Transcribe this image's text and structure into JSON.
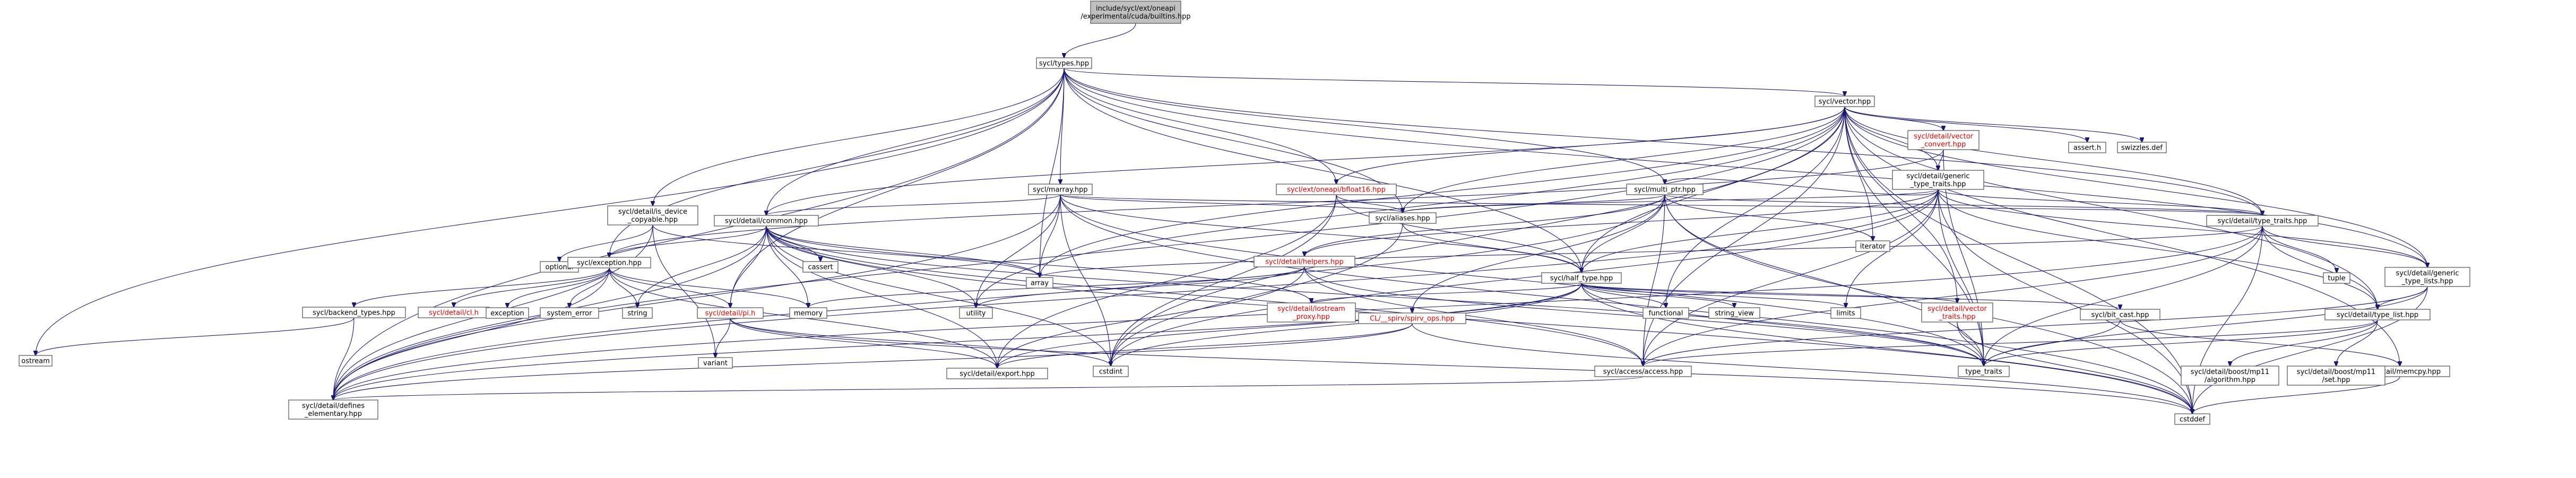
{
  "diagram": {
    "nodes": [
      {
        "id": "root",
        "lines": [
          "include/sycl/ext/oneapi",
          "/experimental/cuda/builtins.hpp"
        ],
        "fill": "#bfbfbf",
        "red": false
      },
      {
        "id": "types",
        "lines": [
          "sycl/types.hpp"
        ],
        "fill": "#ffffff",
        "red": false
      },
      {
        "id": "vector",
        "lines": [
          "sycl/vector.hpp"
        ],
        "fill": "#ffffff",
        "red": false
      },
      {
        "id": "vconvert",
        "lines": [
          "sycl/detail/vector",
          "_convert.hpp"
        ],
        "fill": "#ffffff",
        "red": true
      },
      {
        "id": "assert",
        "lines": [
          "assert.h"
        ],
        "fill": "#ffffff",
        "red": false
      },
      {
        "id": "swizzles",
        "lines": [
          "swizzles.def"
        ],
        "fill": "#ffffff",
        "red": false
      },
      {
        "id": "gentraits",
        "lines": [
          "sycl/detail/generic",
          "_type_traits.hpp"
        ],
        "fill": "#ffffff",
        "red": false
      },
      {
        "id": "marray",
        "lines": [
          "sycl/marray.hpp"
        ],
        "fill": "#ffffff",
        "red": false
      },
      {
        "id": "bfloat",
        "lines": [
          "sycl/ext/oneapi/bfloat16.hpp"
        ],
        "fill": "#ffffff",
        "red": true
      },
      {
        "id": "multiptr",
        "lines": [
          "sycl/multi_ptr.hpp"
        ],
        "fill": "#ffffff",
        "red": false
      },
      {
        "id": "iscopy",
        "lines": [
          "sycl/detail/is_device",
          "_copyable.hpp"
        ],
        "fill": "#ffffff",
        "red": false
      },
      {
        "id": "common",
        "lines": [
          "sycl/detail/common.hpp"
        ],
        "fill": "#ffffff",
        "red": false
      },
      {
        "id": "aliases",
        "lines": [
          "sycl/aliases.hpp"
        ],
        "fill": "#ffffff",
        "red": false
      },
      {
        "id": "iterator",
        "lines": [
          "iterator"
        ],
        "fill": "#ffffff",
        "red": false
      },
      {
        "id": "typetraits",
        "lines": [
          "sycl/detail/type_traits.hpp"
        ],
        "fill": "#ffffff",
        "red": false
      },
      {
        "id": "optional",
        "lines": [
          "optional"
        ],
        "fill": "#ffffff",
        "red": false
      },
      {
        "id": "exception",
        "lines": [
          "sycl/exception.hpp"
        ],
        "fill": "#ffffff",
        "red": false
      },
      {
        "id": "cassert",
        "lines": [
          "cassert"
        ],
        "fill": "#ffffff",
        "red": false
      },
      {
        "id": "array",
        "lines": [
          "array"
        ],
        "fill": "#ffffff",
        "red": false
      },
      {
        "id": "helpers",
        "lines": [
          "sycl/detail/helpers.hpp"
        ],
        "fill": "#ffffff",
        "red": true
      },
      {
        "id": "halftype",
        "lines": [
          "sycl/half_type.hpp"
        ],
        "fill": "#ffffff",
        "red": false
      },
      {
        "id": "tuple",
        "lines": [
          "tuple"
        ],
        "fill": "#ffffff",
        "red": false
      },
      {
        "id": "typelists",
        "lines": [
          "sycl/detail/generic",
          "_type_lists.hpp"
        ],
        "fill": "#ffffff",
        "red": false
      },
      {
        "id": "backend",
        "lines": [
          "sycl/backend_types.hpp"
        ],
        "fill": "#ffffff",
        "red": false
      },
      {
        "id": "cl",
        "lines": [
          "sycl/detail/cl.h"
        ],
        "fill": "#ffffff",
        "red": true
      },
      {
        "id": "exc",
        "lines": [
          "exception"
        ],
        "fill": "#ffffff",
        "red": false
      },
      {
        "id": "syserr",
        "lines": [
          "system_error"
        ],
        "fill": "#ffffff",
        "red": false
      },
      {
        "id": "string",
        "lines": [
          "string"
        ],
        "fill": "#ffffff",
        "red": false
      },
      {
        "id": "pi",
        "lines": [
          "sycl/detail/pi.h"
        ],
        "fill": "#ffffff",
        "red": true
      },
      {
        "id": "memory",
        "lines": [
          "memory"
        ],
        "fill": "#ffffff",
        "red": false
      },
      {
        "id": "utility",
        "lines": [
          "utility"
        ],
        "fill": "#ffffff",
        "red": false
      },
      {
        "id": "iostream",
        "lines": [
          "sycl/detail/iostream",
          "_proxy.hpp"
        ],
        "fill": "#ffffff",
        "red": true
      },
      {
        "id": "spirv",
        "lines": [
          "CL/__spirv/spirv_ops.hpp"
        ],
        "fill": "#ffffff",
        "red": true
      },
      {
        "id": "functional",
        "lines": [
          "functional"
        ],
        "fill": "#ffffff",
        "red": false
      },
      {
        "id": "stringview",
        "lines": [
          "string_view"
        ],
        "fill": "#ffffff",
        "red": false
      },
      {
        "id": "limits",
        "lines": [
          "limits"
        ],
        "fill": "#ffffff",
        "red": false
      },
      {
        "id": "vtraits",
        "lines": [
          "sycl/detail/vector",
          "_traits.hpp"
        ],
        "fill": "#ffffff",
        "red": true
      },
      {
        "id": "bitcast",
        "lines": [
          "sycl/bit_cast.hpp"
        ],
        "fill": "#ffffff",
        "red": false
      },
      {
        "id": "typelist",
        "lines": [
          "sycl/detail/type_list.hpp"
        ],
        "fill": "#ffffff",
        "red": false
      },
      {
        "id": "ostream",
        "lines": [
          "ostream"
        ],
        "fill": "#ffffff",
        "red": false
      },
      {
        "id": "variant",
        "lines": [
          "variant"
        ],
        "fill": "#ffffff",
        "red": false
      },
      {
        "id": "export",
        "lines": [
          "sycl/detail/export.hpp"
        ],
        "fill": "#ffffff",
        "red": false
      },
      {
        "id": "cstdint",
        "lines": [
          "cstdint"
        ],
        "fill": "#ffffff",
        "red": false
      },
      {
        "id": "access",
        "lines": [
          "sycl/access/access.hpp"
        ],
        "fill": "#ffffff",
        "red": false
      },
      {
        "id": "stdtraits",
        "lines": [
          "type_traits"
        ],
        "fill": "#ffffff",
        "red": false
      },
      {
        "id": "memcpy",
        "lines": [
          "sycl/detail/memcpy.hpp"
        ],
        "fill": "#ffffff",
        "red": false
      },
      {
        "id": "boostalg",
        "lines": [
          "sycl/detail/boost/mp11",
          "/algorithm.hpp"
        ],
        "fill": "#ffffff",
        "red": false
      },
      {
        "id": "boostset",
        "lines": [
          "sycl/detail/boost/mp11",
          "/set.hpp"
        ],
        "fill": "#ffffff",
        "red": false
      },
      {
        "id": "defines",
        "lines": [
          "sycl/detail/defines",
          "_elementary.hpp"
        ],
        "fill": "#ffffff",
        "red": false
      },
      {
        "id": "cstddef",
        "lines": [
          "cstddef"
        ],
        "fill": "#ffffff",
        "red": false
      }
    ],
    "edges": [
      [
        "root",
        "types"
      ],
      [
        "types",
        "vector"
      ],
      [
        "types",
        "marray"
      ],
      [
        "types",
        "bfloat"
      ],
      [
        "types",
        "multiptr"
      ],
      [
        "types",
        "iscopy"
      ],
      [
        "types",
        "common"
      ],
      [
        "types",
        "aliases"
      ],
      [
        "types",
        "exception"
      ],
      [
        "types",
        "halftype"
      ],
      [
        "types",
        "typetraits"
      ],
      [
        "types",
        "typelists"
      ],
      [
        "types",
        "ostream"
      ],
      [
        "types",
        "defines"
      ],
      [
        "types",
        "array"
      ],
      [
        "types",
        "pi"
      ],
      [
        "vector",
        "vconvert"
      ],
      [
        "vector",
        "assert"
      ],
      [
        "vector",
        "swizzles"
      ],
      [
        "vector",
        "gentraits"
      ],
      [
        "vector",
        "bfloat"
      ],
      [
        "vector",
        "common"
      ],
      [
        "vector",
        "aliases"
      ],
      [
        "vector",
        "iterator"
      ],
      [
        "vector",
        "typetraits"
      ],
      [
        "vector",
        "typelists"
      ],
      [
        "vector",
        "array"
      ],
      [
        "vector",
        "halftype"
      ],
      [
        "vector",
        "memcpy"
      ],
      [
        "vector",
        "typelist"
      ],
      [
        "vector",
        "cstddef"
      ],
      [
        "vector",
        "stdtraits"
      ],
      [
        "vector",
        "access"
      ],
      [
        "vector",
        "defines"
      ],
      [
        "vector",
        "vtraits"
      ],
      [
        "vector",
        "functional"
      ],
      [
        "vector",
        "cstdint"
      ],
      [
        "vector",
        "utility"
      ],
      [
        "vconvert",
        "gentraits"
      ],
      [
        "vconvert",
        "exception"
      ],
      [
        "vconvert",
        "stdtraits"
      ],
      [
        "gentraits",
        "multiptr"
      ],
      [
        "gentraits",
        "aliases"
      ],
      [
        "gentraits",
        "halftype"
      ],
      [
        "gentraits",
        "typetraits"
      ],
      [
        "gentraits",
        "typelists"
      ],
      [
        "gentraits",
        "typelist"
      ],
      [
        "gentraits",
        "access"
      ],
      [
        "gentraits",
        "stdtraits"
      ],
      [
        "gentraits",
        "limits"
      ],
      [
        "gentraits",
        "cstddef"
      ],
      [
        "gentraits",
        "defines"
      ],
      [
        "gentraits",
        "helpers"
      ],
      [
        "gentraits",
        "cstdint"
      ],
      [
        "marray",
        "common"
      ],
      [
        "marray",
        "aliases"
      ],
      [
        "marray",
        "halftype"
      ],
      [
        "marray",
        "typetraits"
      ],
      [
        "marray",
        "array"
      ],
      [
        "marray",
        "utility"
      ],
      [
        "marray",
        "stdtraits"
      ],
      [
        "marray",
        "cstdint"
      ],
      [
        "marray",
        "cstddef"
      ],
      [
        "marray",
        "defines"
      ],
      [
        "bfloat",
        "aliases"
      ],
      [
        "bfloat",
        "halftype"
      ],
      [
        "bfloat",
        "export"
      ],
      [
        "bfloat",
        "cstdint"
      ],
      [
        "multiptr",
        "aliases"
      ],
      [
        "multiptr",
        "iterator"
      ],
      [
        "multiptr",
        "typetraits"
      ],
      [
        "multiptr",
        "access"
      ],
      [
        "multiptr",
        "halftype"
      ],
      [
        "multiptr",
        "cstddef"
      ],
      [
        "multiptr",
        "stdtraits"
      ],
      [
        "multiptr",
        "helpers"
      ],
      [
        "multiptr",
        "spirv"
      ],
      [
        "multiptr",
        "defines"
      ],
      [
        "iscopy",
        "optional"
      ],
      [
        "iscopy",
        "array"
      ],
      [
        "iscopy",
        "variant"
      ],
      [
        "iscopy",
        "defines"
      ],
      [
        "common",
        "exception"
      ],
      [
        "common",
        "cassert"
      ],
      [
        "common",
        "array"
      ],
      [
        "common",
        "string"
      ],
      [
        "common",
        "memory"
      ],
      [
        "common",
        "utility"
      ],
      [
        "common",
        "pi"
      ],
      [
        "common",
        "export"
      ],
      [
        "common",
        "cstdint"
      ],
      [
        "common",
        "stdtraits"
      ],
      [
        "common",
        "defines"
      ],
      [
        "common",
        "access"
      ],
      [
        "common",
        "iostream"
      ],
      [
        "common",
        "cstddef"
      ],
      [
        "aliases",
        "halftype"
      ],
      [
        "aliases",
        "cstdint"
      ],
      [
        "typetraits",
        "array"
      ],
      [
        "typetraits",
        "tuple"
      ],
      [
        "typetraits",
        "typelists"
      ],
      [
        "typetraits",
        "typelist"
      ],
      [
        "typetraits",
        "stdtraits"
      ],
      [
        "typetraits",
        "access"
      ],
      [
        "typetraits",
        "cstddef"
      ],
      [
        "typetraits",
        "defines"
      ],
      [
        "exception",
        "backend"
      ],
      [
        "exception",
        "cl"
      ],
      [
        "exception",
        "exc"
      ],
      [
        "exception",
        "syserr"
      ],
      [
        "exception",
        "string"
      ],
      [
        "exception",
        "memory"
      ],
      [
        "exception",
        "pi"
      ],
      [
        "exception",
        "export"
      ],
      [
        "exception",
        "defines"
      ],
      [
        "helpers",
        "memory"
      ],
      [
        "helpers",
        "utility"
      ],
      [
        "helpers",
        "stdtraits"
      ],
      [
        "helpers",
        "export"
      ],
      [
        "helpers",
        "access"
      ],
      [
        "halftype",
        "bitcast"
      ],
      [
        "halftype",
        "vtraits"
      ],
      [
        "halftype",
        "export"
      ],
      [
        "halftype",
        "iostream"
      ],
      [
        "halftype",
        "functional"
      ],
      [
        "halftype",
        "stringview"
      ],
      [
        "halftype",
        "limits"
      ],
      [
        "halftype",
        "stdtraits"
      ],
      [
        "halftype",
        "cstdint"
      ],
      [
        "halftype",
        "defines"
      ],
      [
        "halftype",
        "cstddef"
      ],
      [
        "typelists",
        "typelist"
      ],
      [
        "typelists",
        "stdtraits"
      ],
      [
        "typelists",
        "cstddef"
      ],
      [
        "typelists",
        "access"
      ],
      [
        "backend",
        "ostream"
      ],
      [
        "backend",
        "defines"
      ],
      [
        "pi",
        "export"
      ],
      [
        "pi",
        "variant"
      ],
      [
        "pi",
        "cstdint"
      ],
      [
        "pi",
        "cstddef"
      ],
      [
        "spirv",
        "export"
      ],
      [
        "spirv",
        "defines"
      ],
      [
        "spirv",
        "cstddef"
      ],
      [
        "vtraits",
        "stdtraits"
      ],
      [
        "vtraits",
        "cstddef"
      ],
      [
        "bitcast",
        "memcpy"
      ],
      [
        "bitcast",
        "stdtraits"
      ],
      [
        "typelist",
        "boostalg"
      ],
      [
        "typelist",
        "boostset"
      ],
      [
        "typelist",
        "stdtraits"
      ],
      [
        "typelist",
        "access"
      ],
      [
        "access",
        "defines"
      ],
      [
        "memcpy",
        "cstddef"
      ]
    ]
  }
}
